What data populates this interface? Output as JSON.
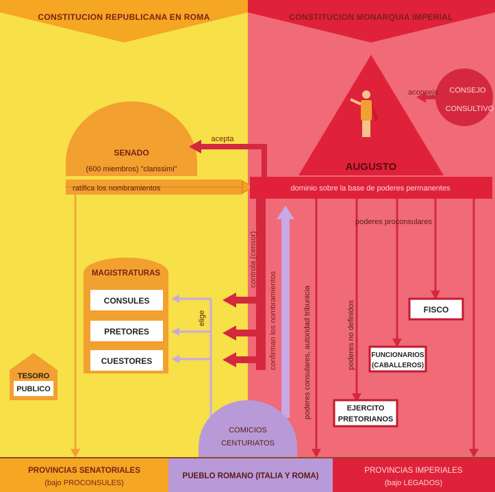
{
  "headers": {
    "republic": "CONSTITUCION REPUBLICANA EN ROMA",
    "monarchy": "CONSTITUCION MONARQUIA IMPERIAL"
  },
  "senado": {
    "title": "SENADO",
    "members": "(600 miembros) \"clarissimi\"",
    "ratifica": "ratifica los nombramientos"
  },
  "augusto": "AUGUSTO",
  "dominio": "dominio sobre la base de poderes permanentes",
  "consejo": {
    "line1": "CONSEJO",
    "line2": "CONSULTIVO"
  },
  "edges": {
    "aconseja": "aconseja",
    "acepta": "acepta",
    "controla": "controla (censor)",
    "confirman": "confirman los nombramientos",
    "elige": "elige",
    "poderes_consulares": "poderes consulares, autoridad tribunicia",
    "poderes_no_definidos": "poderes no definidos",
    "poderes_proconsulares": "poderes proconsulares"
  },
  "magistraturas": {
    "title": "MAGISTRATURAS",
    "items": [
      "CONSULES",
      "PRETORES",
      "CUESTORES"
    ]
  },
  "tesoro": {
    "line1": "TESORO",
    "line2": "PUBLICO"
  },
  "fisco": "FISCO",
  "funcionarios": {
    "line1": "FUNCIONARIOS",
    "line2": "(CABALLEROS)"
  },
  "ejercito": {
    "line1": "EJERCITO",
    "line2": "PRETORIANOS"
  },
  "comicios": {
    "line1": "COMICIOS",
    "line2": "CENTURIATOS"
  },
  "footer": {
    "senatoriales": {
      "line1": "PROVINCIAS SENATORIALES",
      "line2": "(bajo PROCONSULES)"
    },
    "pueblo": "PUEBLO ROMANO (ITALIA Y ROMA)",
    "imperiales": {
      "line1": "PROVINCIAS IMPERIALES",
      "line2": "(bajo LEGADOS)"
    }
  },
  "colors": {
    "yellow": "#f7e048",
    "pink": "#f06a78",
    "orange": "#f5a623",
    "red": "#e0213a",
    "purple": "#b99ad8",
    "dark": "#7a1f18"
  }
}
